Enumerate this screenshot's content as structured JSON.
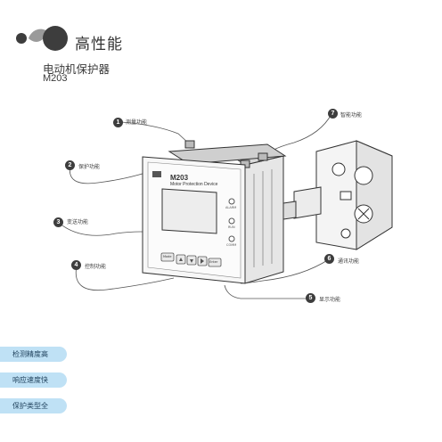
{
  "header": {
    "brand_title": "高性能",
    "product_name": "电动机保护器",
    "product_model": "M203"
  },
  "device": {
    "model_label": "M203",
    "subtitle": "Motor Protection Device",
    "button_labels": [
      "Mode",
      "",
      "",
      "",
      "Enter"
    ],
    "indicator_labels": [
      "ALARM",
      "RUN",
      "COMM"
    ]
  },
  "callouts": [
    {
      "num": "1",
      "label": "测量功能"
    },
    {
      "num": "2",
      "label": "保护功能"
    },
    {
      "num": "3",
      "label": "变送功能"
    },
    {
      "num": "4",
      "label": "控制功能"
    },
    {
      "num": "5",
      "label": "显示功能"
    },
    {
      "num": "6",
      "label": "通讯功能"
    },
    {
      "num": "7",
      "label": "智能功能"
    }
  ],
  "features": [
    "检测精度高",
    "响应速度快",
    "保护类型全"
  ],
  "colors": {
    "logo_dark": "#3d3d3d",
    "feature_bg": "#bfe1f5",
    "feature_text": "#1d3f5a",
    "line": "#555555"
  }
}
